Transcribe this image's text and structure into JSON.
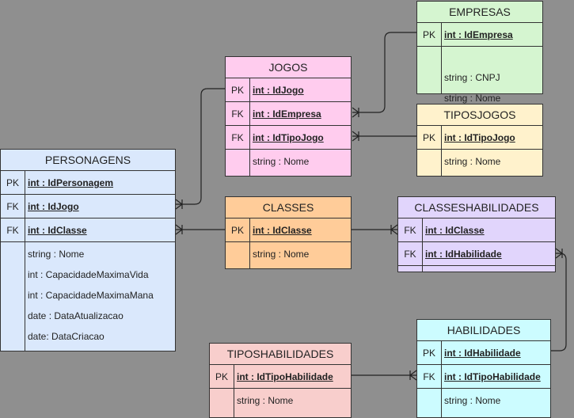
{
  "tables": {
    "personagens": {
      "title": "PERSONAGENS",
      "rows": [
        {
          "key": "PK",
          "field": "int : IdPersonagem"
        },
        {
          "key": "FK",
          "field": "int : IdJogo"
        },
        {
          "key": "FK",
          "field": "int : IdClasse"
        },
        {
          "key": "",
          "field": "string : Nome"
        },
        {
          "key": "",
          "field": "int : CapacidadeMaximaVida"
        },
        {
          "key": "",
          "field": "int : CapacidadeMaximaMana"
        },
        {
          "key": "",
          "field": "date : DataAtualizacao"
        },
        {
          "key": "",
          "field": "date: DataCriacao"
        }
      ]
    },
    "jogos": {
      "title": "JOGOS",
      "rows": [
        {
          "key": "PK",
          "field": "int : IdJogo"
        },
        {
          "key": "FK",
          "field": "int : IdEmpresa"
        },
        {
          "key": "FK",
          "field": "int : IdTipoJogo"
        },
        {
          "key": "",
          "field": "string : Nome"
        }
      ]
    },
    "empresas": {
      "title": "EMPRESAS",
      "rows": [
        {
          "key": "PK",
          "field": "int : IdEmpresa"
        },
        {
          "key": "",
          "field": "string : CNPJ"
        },
        {
          "key": "",
          "field": "string : Nome"
        }
      ]
    },
    "tiposjogos": {
      "title": "TIPOSJOGOS",
      "rows": [
        {
          "key": "PK",
          "field": "int : IdTipoJogo"
        },
        {
          "key": "",
          "field": "string : Nome"
        }
      ]
    },
    "classes": {
      "title": "CLASSES",
      "rows": [
        {
          "key": "PK",
          "field": "int : IdClasse"
        },
        {
          "key": "",
          "field": "string : Nome"
        }
      ]
    },
    "classeshabilidades": {
      "title": "CLASSESHABILIDADES",
      "rows": [
        {
          "key": "FK",
          "field": "int : IdClasse"
        },
        {
          "key": "FK",
          "field": "int : IdHabilidade"
        }
      ]
    },
    "habilidades": {
      "title": "HABILIDADES",
      "rows": [
        {
          "key": "PK",
          "field": "int : IdHabilidade"
        },
        {
          "key": "FK",
          "field": "int : IdTipoHabilidade"
        },
        {
          "key": "",
          "field": "string : Nome"
        }
      ]
    },
    "tiposhabilidades": {
      "title": "TIPOSHABILIDADES",
      "rows": [
        {
          "key": "PK",
          "field": "int : IdTipoHabilidade"
        },
        {
          "key": "",
          "field": "string : Nome"
        }
      ]
    }
  },
  "colors": {
    "background": "#8f8f8f",
    "personagens": "#dae8fc",
    "jogos": "#ffccee",
    "empresas": "#d5f5d0",
    "tiposjogos": "#fff2cc",
    "classes": "#ffcc99",
    "classeshabilidades": "#e1d5fc",
    "habilidades": "#ccfcff",
    "tiposhabilidades": "#f8cecc"
  }
}
